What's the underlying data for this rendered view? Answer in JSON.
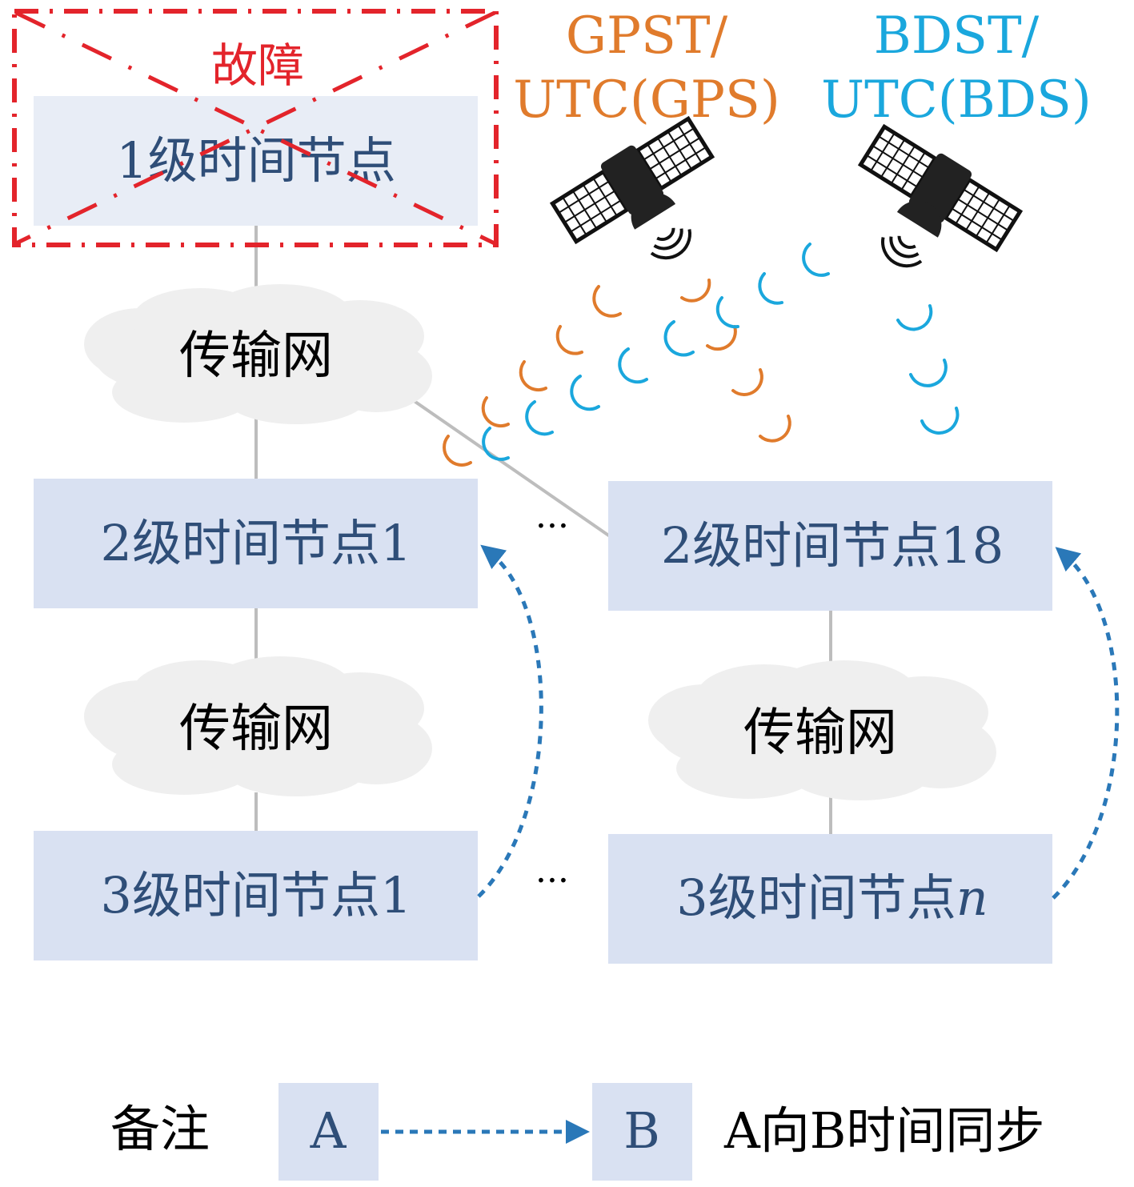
{
  "fault": {
    "label": "故障"
  },
  "nodes": {
    "level1": "1级时间节点",
    "level2_first": "2级时间节点1",
    "level2_last": "2级时间节点18",
    "level3_first": "3级时间节点1",
    "level3_last_prefix": "3级时间节点",
    "level3_last_var": "n"
  },
  "clouds": {
    "top": "传输网",
    "left": "传输网",
    "right": "传输网"
  },
  "ellipsis": {
    "mid": "···",
    "bottom": "···"
  },
  "satellites": {
    "gps": {
      "line1": "GPST/",
      "line2": "UTC(GPS)",
      "color": "#e07b2c"
    },
    "bds": {
      "line1": "BDST/",
      "line2": "UTC(BDS)",
      "color": "#1aa7dd"
    }
  },
  "legend": {
    "title": "备注",
    "box_a": "A",
    "box_b": "B",
    "description": "A向B时间同步"
  },
  "colors": {
    "node_fill": "#d9e1f2",
    "node_fill_top": "#e8edf6",
    "node_text": "#2f4e78",
    "cloud_fill": "#efefef",
    "connector": "#bdbdbd",
    "sync_arrow": "#2a78b8",
    "fault": "#e3242b"
  }
}
